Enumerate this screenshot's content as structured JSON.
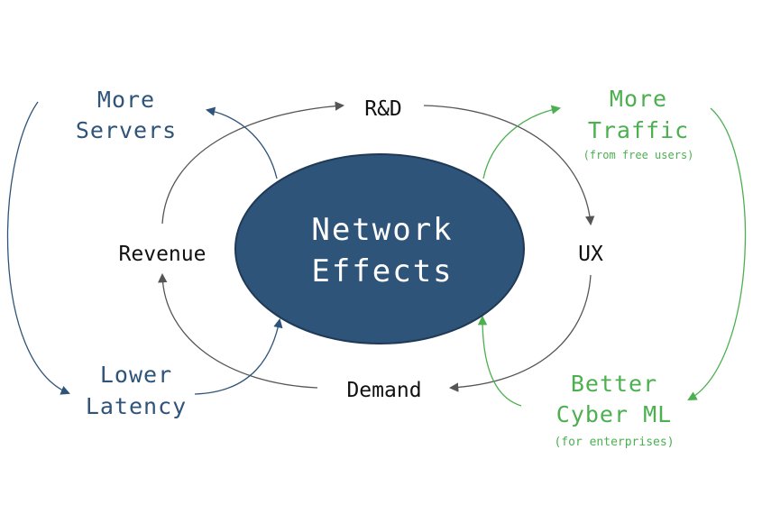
{
  "center": {
    "line1": "Network",
    "line2": "Effects"
  },
  "nodes": {
    "rd": "R&D",
    "ux": "UX",
    "demand": "Demand",
    "revenue": "Revenue",
    "more_servers": {
      "line1": "More",
      "line2": "Servers"
    },
    "lower_latency": {
      "line1": "Lower",
      "line2": "Latency"
    },
    "more_traffic": {
      "line1": "More",
      "line2": "Traffic",
      "note": "(from free users)"
    },
    "better_cyber_ml": {
      "line1": "Better",
      "line2": "Cyber ML",
      "note": "(for enterprises)"
    }
  },
  "colors": {
    "core_loop": "#555555",
    "blue_loop": "#2f5479",
    "green_loop": "#4caf50",
    "ellipse_fill": "#2f5479",
    "ellipse_text": "#ffffff",
    "node_text": "#111111"
  }
}
